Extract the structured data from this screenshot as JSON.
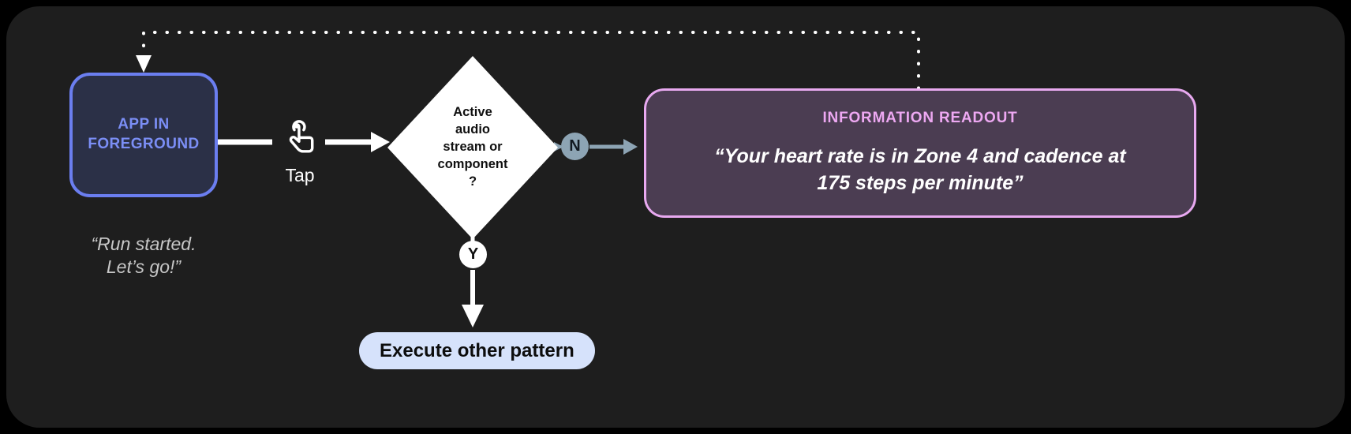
{
  "canvas": {
    "background_color": "#1e1e1e",
    "page_background_color": "#000000"
  },
  "nodes": {
    "app_foreground": {
      "label_line1": "APP IN",
      "label_line2": "FOREGROUND",
      "text_color": "#7b8ef5",
      "border_color": "#6b7ef0",
      "fill_color": "#2b3047"
    },
    "app_caption": {
      "line1": "“Run started.",
      "line2": "Let’s go!”",
      "text_color": "#c7c7c7"
    },
    "gesture": {
      "icon": "tap-gesture-icon",
      "label": "Tap"
    },
    "decision": {
      "line1": "Active",
      "line2": "audio",
      "line3": "stream or",
      "line4": "component",
      "line5": "?",
      "fill_color": "#ffffff",
      "text_color": "#101010"
    },
    "branch_no": {
      "label": "N",
      "badge_color": "#8da4b4",
      "text_color": "#111820"
    },
    "branch_yes": {
      "label": "Y",
      "badge_color": "#ffffff",
      "text_color": "#101010"
    },
    "readout": {
      "title": "INFORMATION READOUT",
      "body_line1": "“Your heart rate is in Zone 4 and cadence at",
      "body_line2": "175 steps per minute”",
      "title_color": "#eda8f2",
      "border_color": "#e8a9f0",
      "fill_color": "#4b3d52",
      "body_color": "#ffffff"
    },
    "execute_other": {
      "label": "Execute other pattern",
      "fill_color": "#d6e2fb",
      "text_color": "#0d0d0d"
    }
  },
  "connectors": {
    "app_to_tap": {
      "style": "solid",
      "color": "#ffffff"
    },
    "tap_to_decision": {
      "style": "solid-arrow",
      "color": "#ffffff"
    },
    "decision_to_no": {
      "style": "solid-arrow",
      "color": "#8da4b4"
    },
    "decision_to_yes": {
      "style": "solid-arrow",
      "color": "#ffffff"
    },
    "yes_to_execute": {
      "style": "solid-arrow",
      "color": "#ffffff"
    },
    "readout_return_to_app": {
      "style": "dotted-arrow",
      "color": "#ffffff"
    }
  }
}
